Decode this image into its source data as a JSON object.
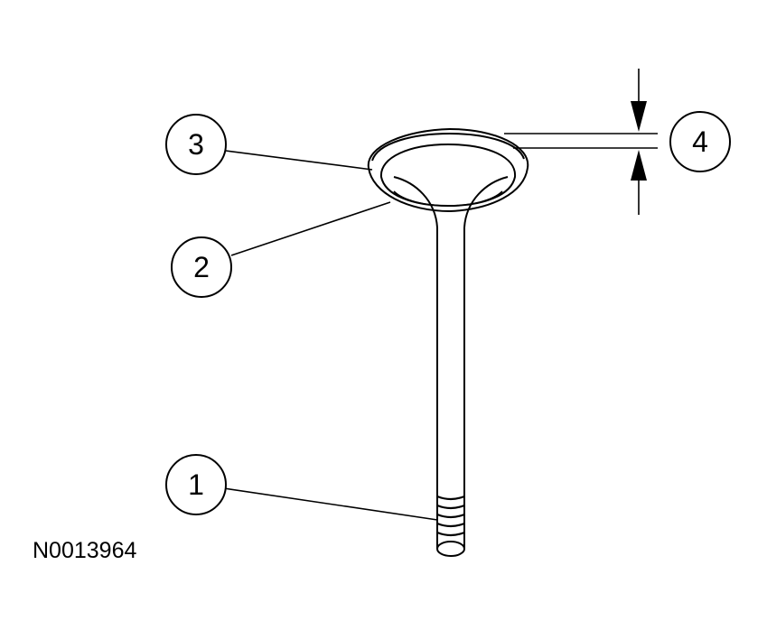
{
  "callouts": {
    "c1": "1",
    "c2": "2",
    "c3": "3",
    "c4": "4"
  },
  "reference_code": "N0013964",
  "colors": {
    "ink": "#000000",
    "paper": "#ffffff"
  }
}
